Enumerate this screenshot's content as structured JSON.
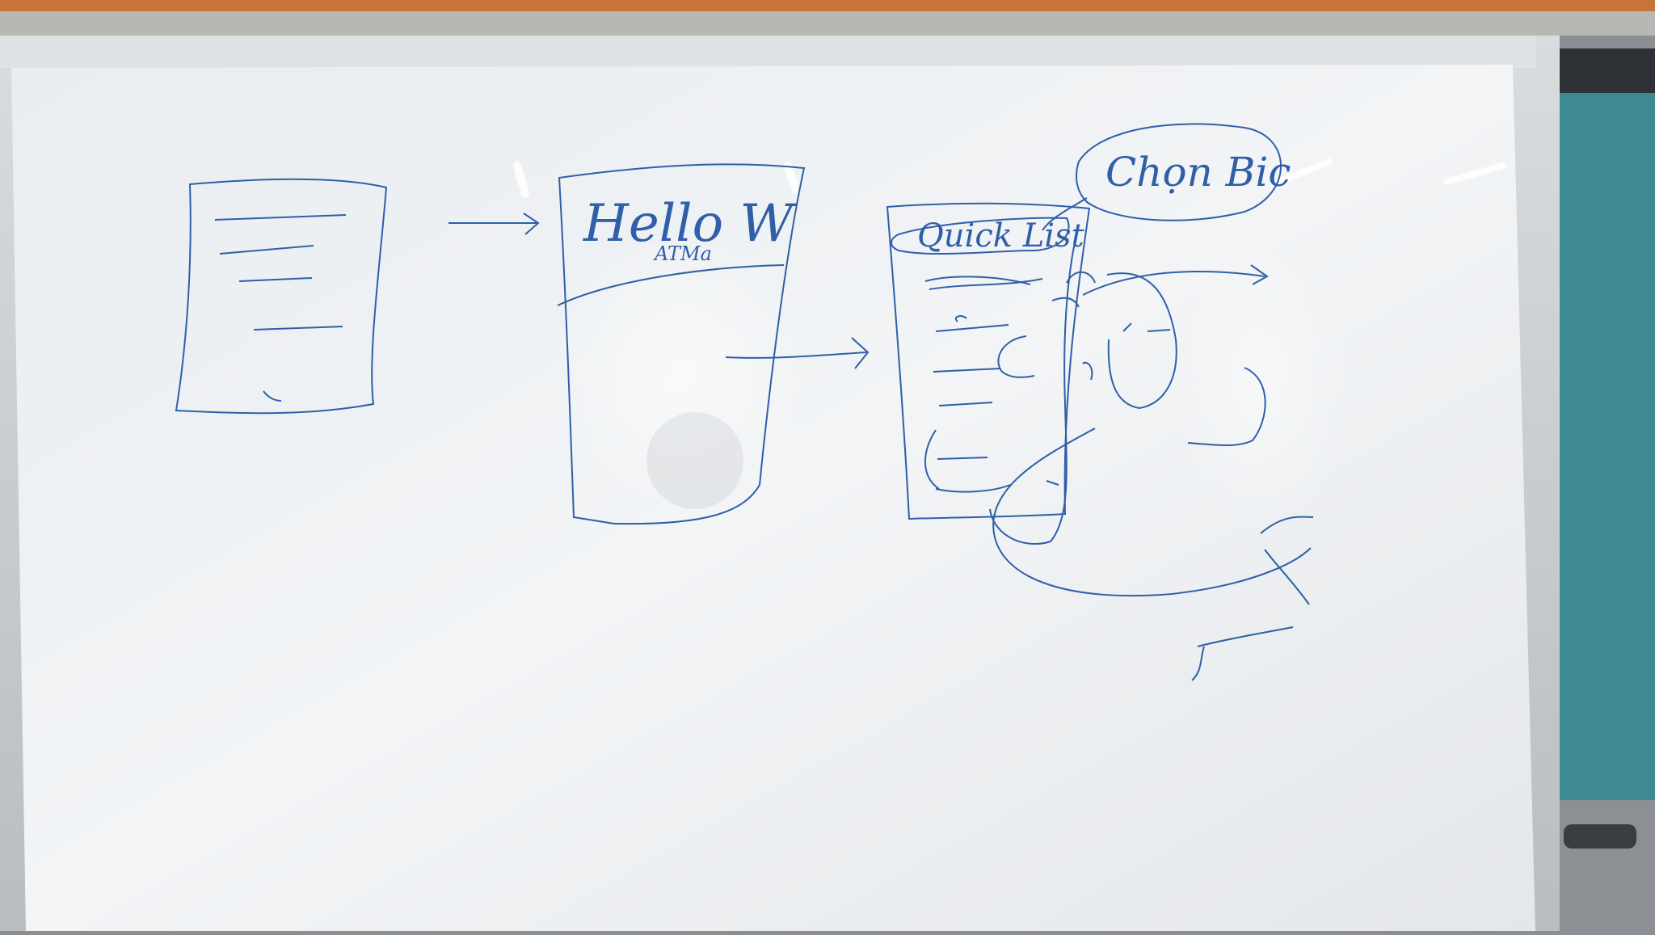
{
  "board": {
    "marker_color": "#2f5fa8",
    "board_color": "#eef1f3",
    "wall_top_color": "#c6743a",
    "side_panel_color": "#3d8a93"
  },
  "sketch": {
    "screen2_title": "Hello W",
    "screen2_subtitle": "ATMa",
    "screen3_title": "Quick List",
    "bubble_label": "Chọn Bic"
  }
}
